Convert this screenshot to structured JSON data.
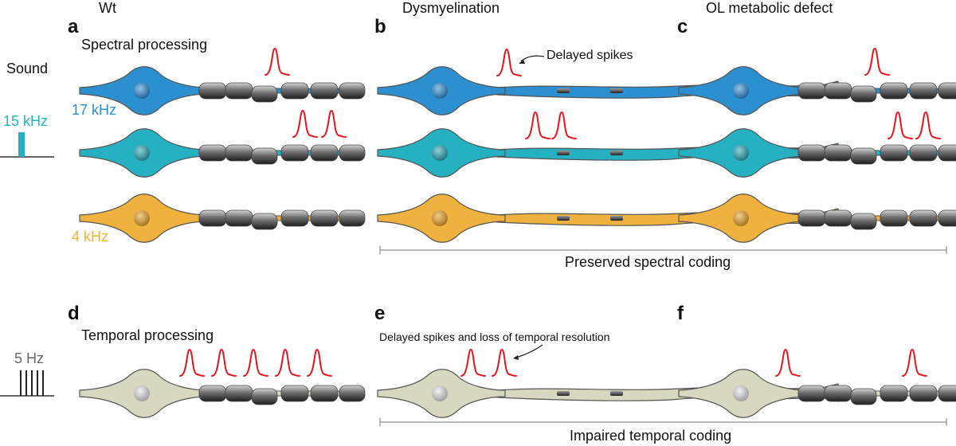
{
  "columns": {
    "wt": "Wt",
    "dys": "Dysmyelination",
    "ol": "OL metabolic defect"
  },
  "panels": {
    "a": "a",
    "b": "b",
    "c": "c",
    "d": "d",
    "e": "e",
    "f": "f"
  },
  "spectral_title": "Spectral processing",
  "temporal_title": "Temporal processing",
  "sound_label": "Sound",
  "freq_15": "15 kHz",
  "freq_17": "17 kHz",
  "freq_4": "4 kHz",
  "rate_5hz": "5 Hz",
  "delayed_spikes": "Delayed spikes",
  "delayed_loss": "Delayed spikes and loss of temporal resolution",
  "preserved": "Preserved spectral coding",
  "impaired": "Impaired temporal coding",
  "colors": {
    "blue": "#2b8fd0",
    "teal": "#25b1c1",
    "orange": "#f0b23e",
    "beige": "#d8d7bf",
    "spike": "#e8141a",
    "label_blue": "#2b8fd0",
    "label_teal": "#25b1c1",
    "label_orange": "#f0b23e",
    "label_gray": "#666666"
  }
}
